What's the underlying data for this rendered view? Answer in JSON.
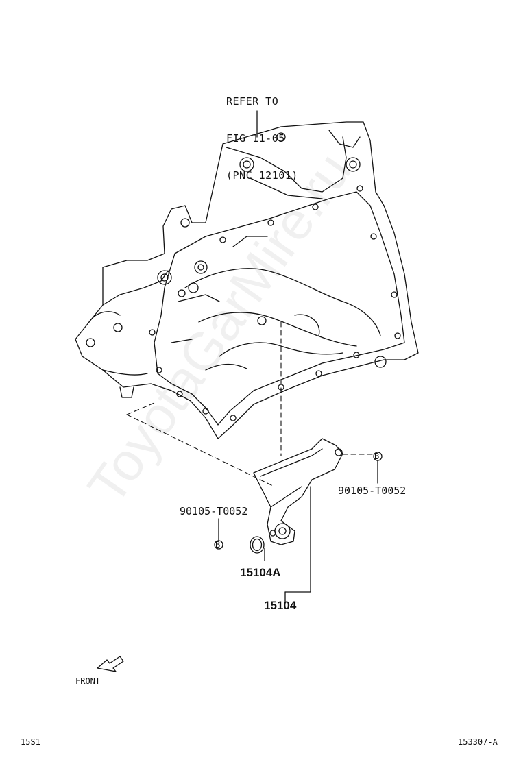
{
  "reference_note": {
    "line1": "REFER TO",
    "line2": "FIG 11-05",
    "line3": "(PNC 12101)"
  },
  "parts": {
    "bolt_right": "90105-T0052",
    "bolt_left": "90105-T0052",
    "bolt_marker": "B",
    "gasket": "15104A",
    "assembly": "15104"
  },
  "direction": {
    "front_label": "FRONT"
  },
  "footer": {
    "left_code": "15S1",
    "right_code": "153307-A"
  },
  "watermark": "ToyotaGarMire.ru"
}
